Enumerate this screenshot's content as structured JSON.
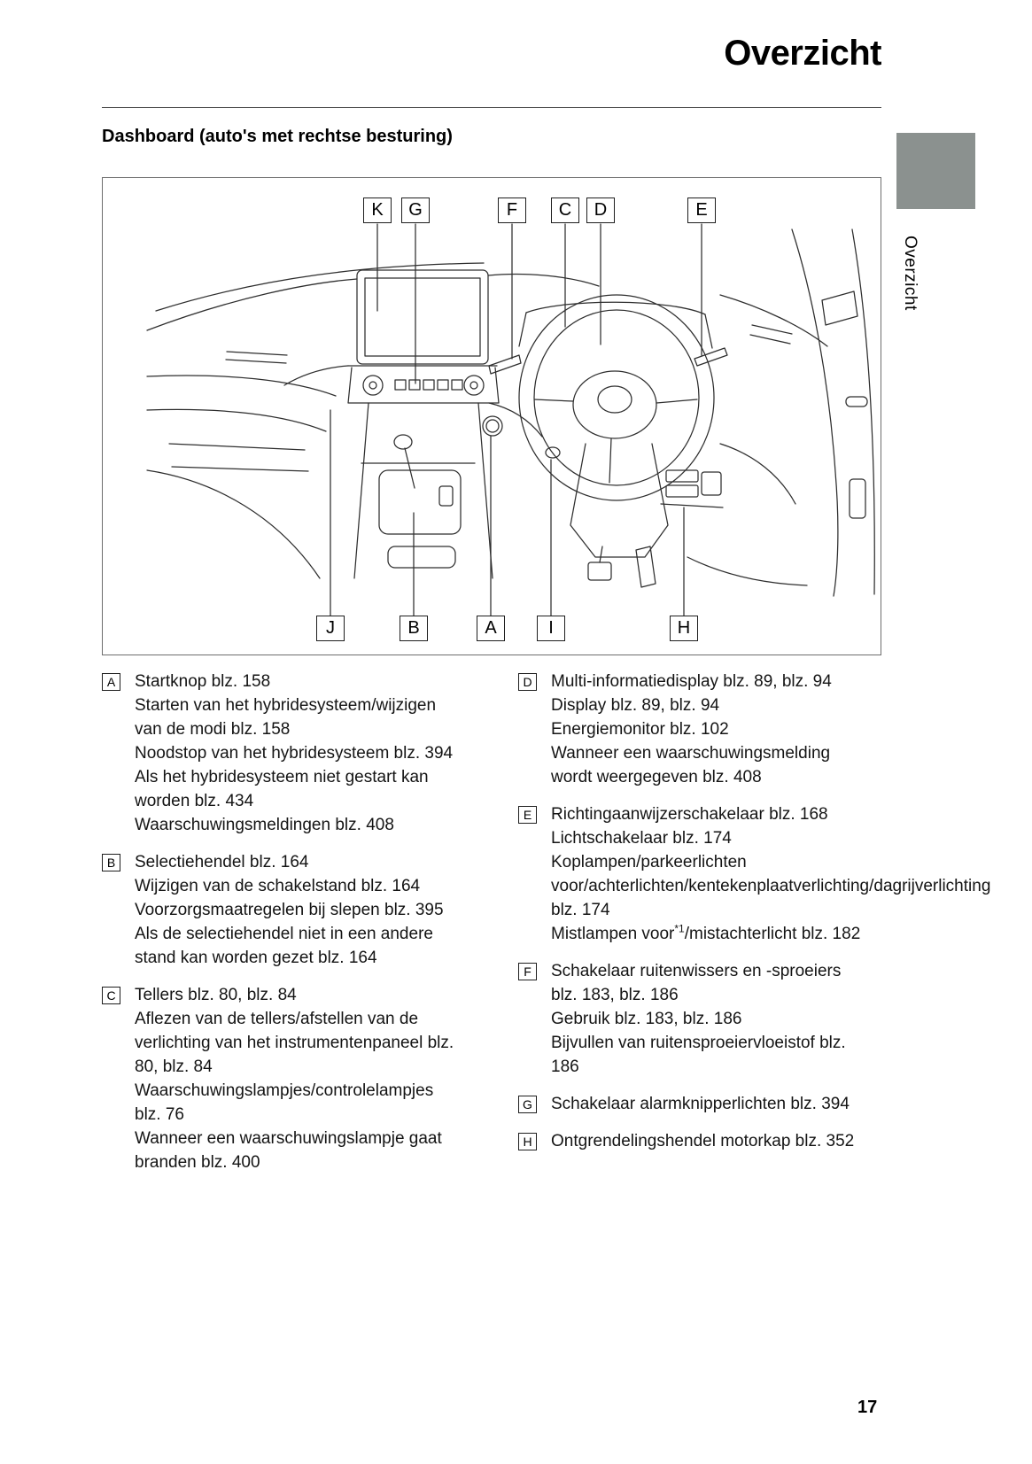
{
  "page": {
    "title": "Overzicht",
    "section_heading": "Dashboard (auto's met rechtse besturing)",
    "side_tab_label": "Overzicht",
    "page_number": "17"
  },
  "diagram": {
    "top_callouts": [
      "K",
      "G",
      "F",
      "C",
      "D",
      "E"
    ],
    "bottom_callouts": [
      "J",
      "B",
      "A",
      "I",
      "H"
    ]
  },
  "legend": {
    "left": [
      {
        "key": "A",
        "title": "Startknop blz. 158",
        "entries": [
          "Starten van het hybridesysteem/wijzigen van de modi blz. 158",
          "Noodstop van het hybridesysteem blz. 394",
          "Als het hybridesysteem niet gestart kan worden blz. 434",
          "Waarschuwingsmeldingen blz. 408"
        ]
      },
      {
        "key": "B",
        "title": "Selectiehendel blz. 164",
        "entries": [
          "Wijzigen van de schakelstand blz. 164",
          "Voorzorgsmaatregelen bij slepen blz. 395",
          "Als de selectiehendel niet in een andere stand kan worden gezet blz. 164"
        ]
      },
      {
        "key": "C",
        "title": "Tellers blz. 80, blz. 84",
        "entries": [
          "Aflezen van de tellers/afstellen van de verlichting van het instrumentenpaneel blz. 80, blz. 84",
          "Waarschuwingslampjes/controlelampjes blz. 76",
          "Wanneer een waarschuwingslampje gaat branden blz. 400"
        ]
      }
    ],
    "right": [
      {
        "key": "D",
        "title": "Multi-informatiedisplay blz. 89, blz. 94",
        "entries": [
          "Display blz. 89, blz. 94",
          "Energiemonitor blz. 102",
          "Wanneer een waarschuwingsmelding wordt weergegeven blz. 408"
        ]
      },
      {
        "key": "E",
        "title": "Richtingaanwijzerschakelaar blz. 168",
        "entries": [
          "Lichtschakelaar blz. 174",
          "Koplampen/parkeerlichten voor/achterlichten/kentekenplaatverlichting/dagrijverlichting blz. 174",
          [
            "Mistlampen voor",
            {
              "sup": "*1"
            },
            "/mistachterlicht blz. 182"
          ]
        ]
      },
      {
        "key": "F",
        "title": "Schakelaar ruitenwissers en -sproeiers blz. 183, blz. 186",
        "entries": [
          "Gebruik blz. 183, blz. 186",
          "Bijvullen van ruitensproeiervloeistof blz. 186"
        ]
      },
      {
        "key": "G",
        "title": "Schakelaar alarmknipperlichten blz. 394",
        "entries": []
      },
      {
        "key": "H",
        "title": "Ontgrendelingshendel motorkap blz. 352",
        "entries": []
      }
    ]
  },
  "colors": {
    "tab_gray": "#8b918f",
    "line": "#2e2e2e"
  }
}
